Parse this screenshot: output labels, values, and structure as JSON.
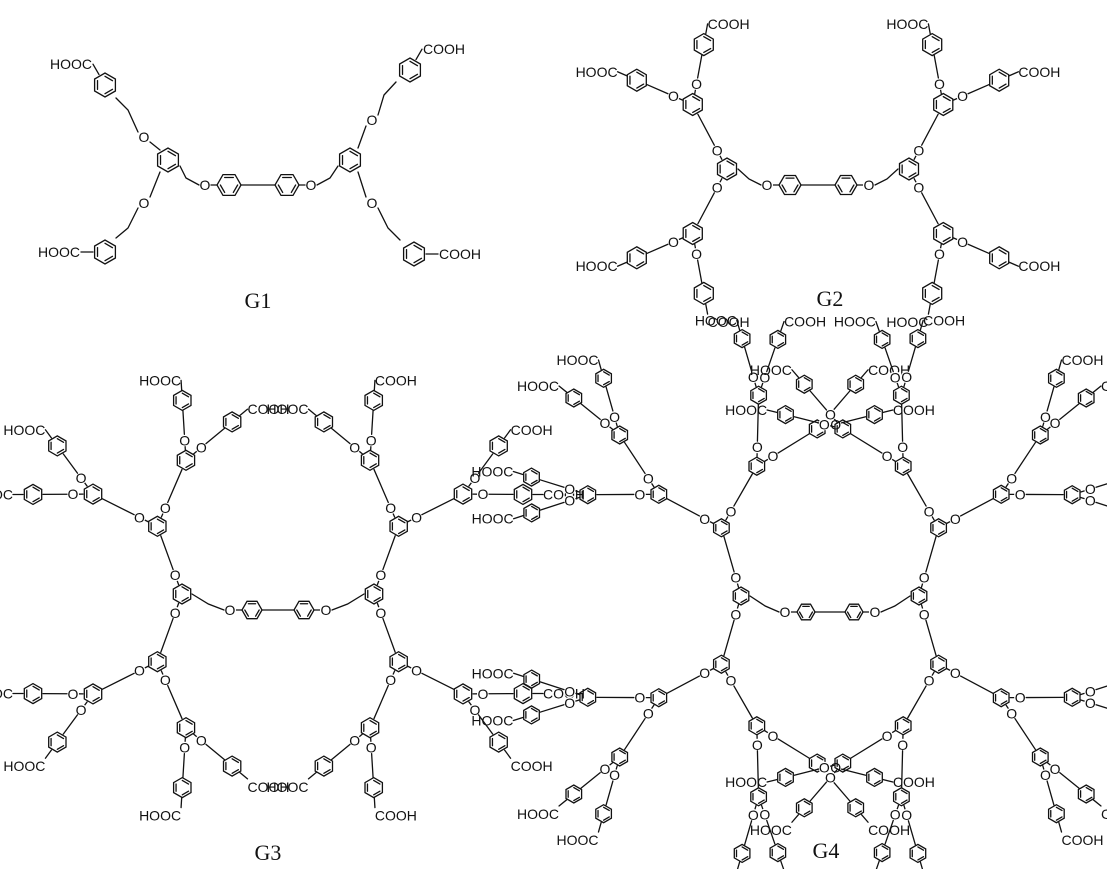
{
  "captions": {
    "g1": "G1",
    "g2": "G2",
    "g3": "G3",
    "g4": "G4"
  },
  "labels": {
    "acid_left": "HOOC",
    "acid_right": "COOH",
    "oxygen": "O"
  }
}
